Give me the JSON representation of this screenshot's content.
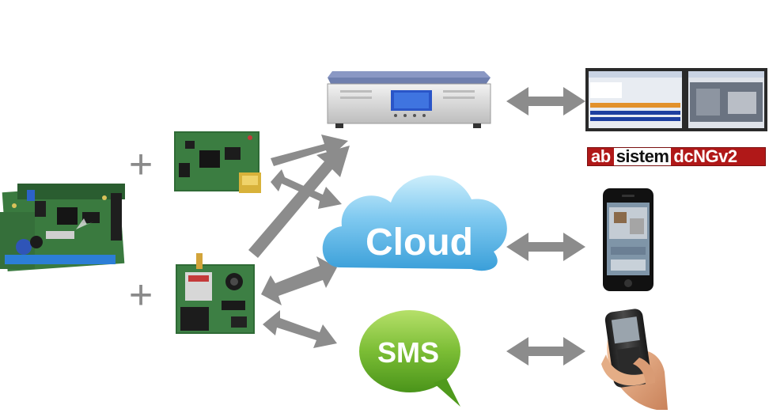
{
  "cloud_label": "Cloud",
  "sms_label": "SMS",
  "plus_symbol": "+",
  "brand": {
    "prefix": "ab",
    "middle": "sistem",
    "suffix": "dcNGv2"
  },
  "colors": {
    "arrow": "#8c8c8c",
    "cloud_top": "#bfe6f8",
    "cloud_bottom": "#3da2dc",
    "sms_top": "#a9d85a",
    "sms_bottom": "#4f9a1c",
    "pcb": "#2f6b36",
    "brand_red": "#b01818"
  },
  "icons": [
    "control-panel-board-icon",
    "ethernet-module-icon",
    "gsm-module-icon",
    "receiver-server-unit-icon",
    "cloud-icon",
    "sms-speech-bubble-icon",
    "monitor-screens-icon",
    "smartphone-icon",
    "mobile-phone-in-hand-icon"
  ]
}
